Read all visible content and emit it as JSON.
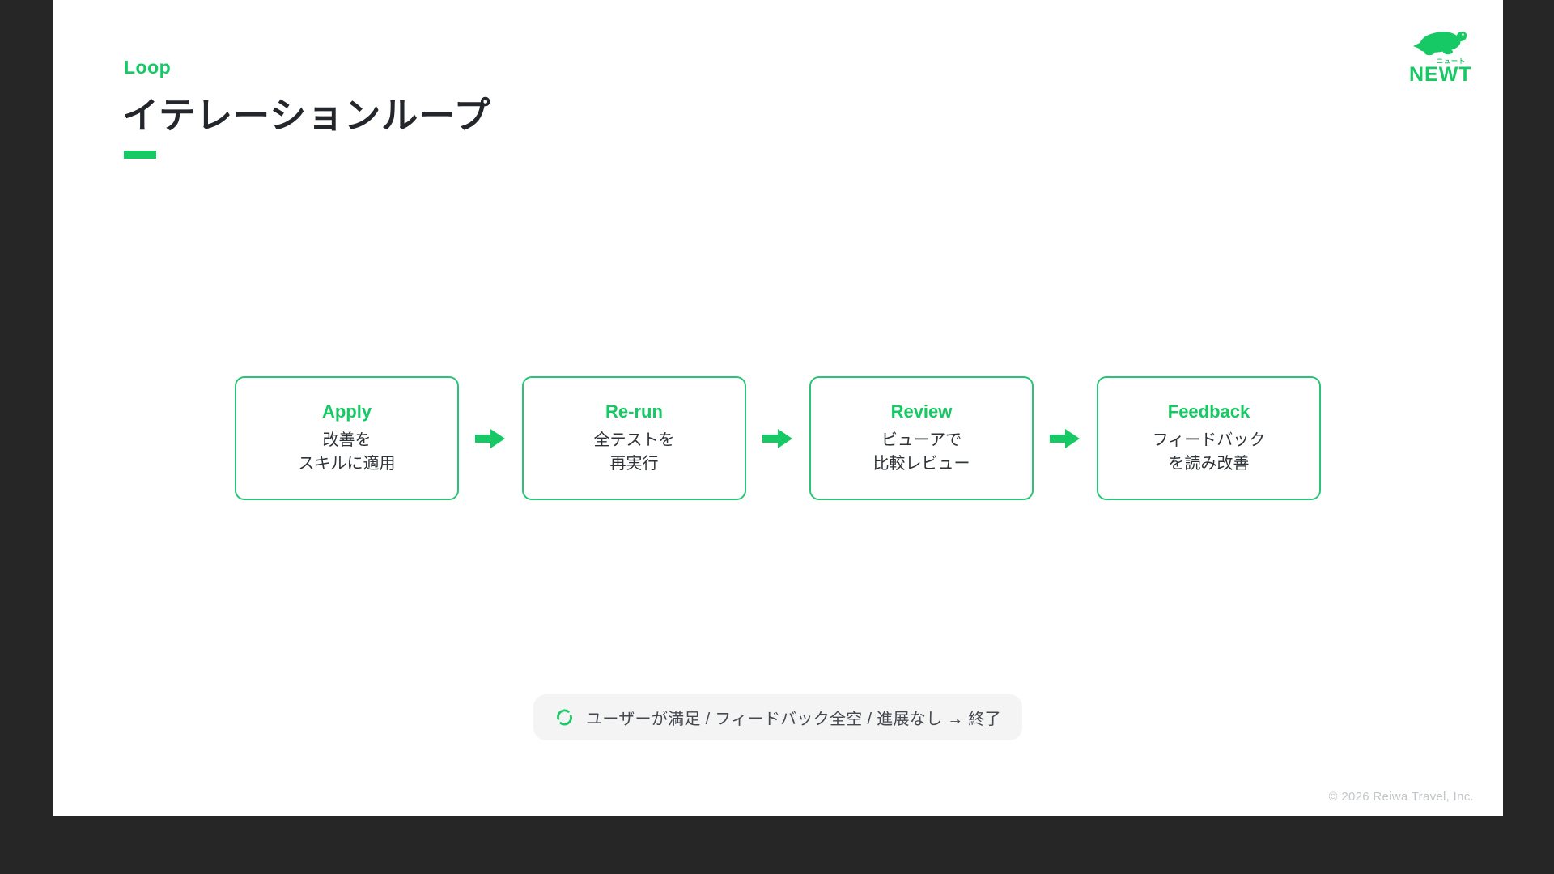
{
  "colors": {
    "background": "#262626",
    "slide_bg": "#ffffff",
    "accent_green": "#17c964",
    "box_border_green": "#2bc377",
    "title_text": "#23272b",
    "body_text": "#2e3338",
    "pill_bg": "#f4f4f5",
    "pill_text": "#45494f",
    "copyright_text": "#c3c6c9"
  },
  "header": {
    "eyebrow": "Loop",
    "title": "イテレーションループ"
  },
  "logo": {
    "turtle_icon": "turtle-icon",
    "ruby": "ニュート",
    "brand": "NEWT"
  },
  "flow": {
    "steps": [
      {
        "label": "Apply",
        "line1": "改善を",
        "line2": "スキルに適用"
      },
      {
        "label": "Re-run",
        "line1": "全テストを",
        "line2": "再実行"
      },
      {
        "label": "Review",
        "line1": "ビューアで",
        "line2": "比較レビュー"
      },
      {
        "label": "Feedback",
        "line1": "フィードバック",
        "line2": "を読み改善"
      }
    ],
    "arrow_icon": "right-block-arrow-icon"
  },
  "exit_note": {
    "icon": "loop-refresh-icon",
    "text": "ユーザーが満足 / フィードバック全空 / 進展なし → 終了"
  },
  "footer": {
    "copyright": "© 2026 Reiwa Travel, Inc."
  }
}
